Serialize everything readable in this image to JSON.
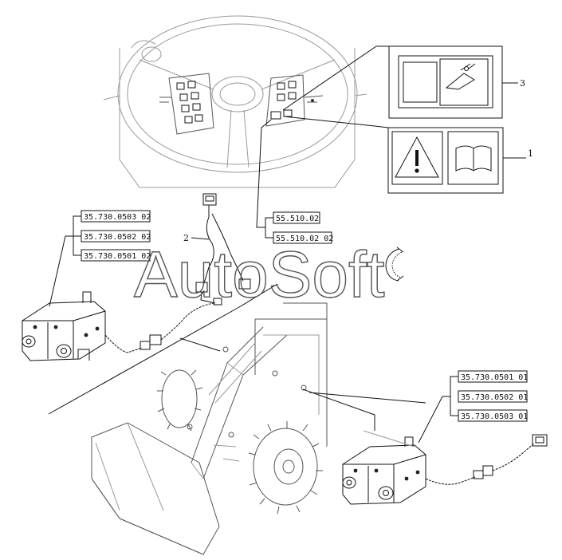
{
  "watermark": "AutoSoft",
  "callouts": {
    "decal_switch": "3",
    "decal_warning": "1",
    "harness": "2"
  },
  "part_numbers": {
    "left_group": [
      "35.730.0503 02",
      "35.730.0502 02",
      "35.730.0501 02"
    ],
    "center_group": [
      "55.510.02",
      "55.510.02 02"
    ],
    "right_group": [
      "35.730.0501 01",
      "35.730.0502 01",
      "35.730.0503 01"
    ]
  }
}
